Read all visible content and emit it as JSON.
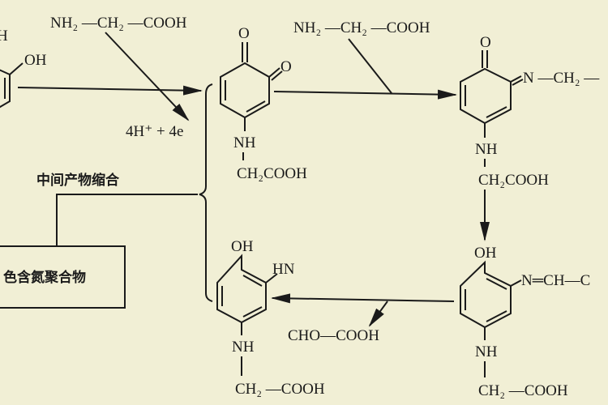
{
  "diagram": {
    "left_partial": {
      "h": "H",
      "oh": "OH"
    },
    "glycine_top_left": "NH₂ —CH₂ —COOH",
    "byproduct": "4H⁺ + 4e",
    "intermediate_condensation": "中间产物缩合",
    "polymer_box": "色含氮聚合物",
    "quinone": {
      "o1": "O",
      "o2": "O",
      "nh": "NH",
      "side": "CH₂COOH"
    },
    "glycine_top_right": "NH₂ —CH₂ —COOH",
    "imine_quinone": {
      "o": "O",
      "imine": "N —CH₂ —",
      "nh": "NH",
      "side": "CH₂COOH"
    },
    "schiff_phenol": {
      "oh": "OH",
      "imine": "N═CH—C",
      "nh": "NH",
      "side": "CH₂ —COOH"
    },
    "glyoxylic": "CHO—COOH",
    "amino_phenol": {
      "oh": "OH",
      "hn": "HN",
      "nh": "NH",
      "side": "CH₂ —COOH"
    },
    "colors": {
      "background": "#f1efd5",
      "ink": "#1a1a1a"
    }
  }
}
